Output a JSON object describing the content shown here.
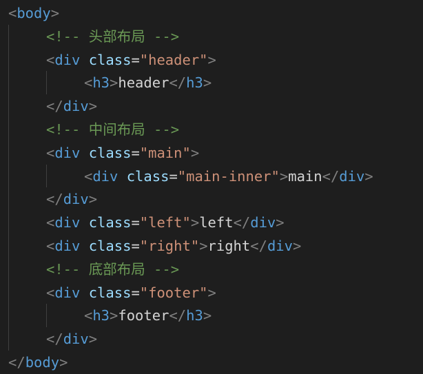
{
  "theme": {
    "background": "#1e1e1e",
    "punctuation": "#808080",
    "tag": "#569cd6",
    "attribute": "#9cdcfe",
    "string": "#ce9178",
    "comment": "#6a9955",
    "text": "#d4d4d4"
  },
  "lines": [
    {
      "indent": 0,
      "tokens": [
        [
          "punct",
          "<"
        ],
        [
          "tag",
          "body"
        ],
        [
          "punct",
          ">"
        ]
      ]
    },
    {
      "indent": 1,
      "tokens": [
        [
          "comment",
          "<!-- 头部布局 -->"
        ]
      ]
    },
    {
      "indent": 1,
      "tokens": [
        [
          "punct",
          "<"
        ],
        [
          "tag",
          "div"
        ],
        [
          "text",
          " "
        ],
        [
          "attr",
          "class"
        ],
        [
          "eq",
          "="
        ],
        [
          "string",
          "\"header\""
        ],
        [
          "punct",
          ">"
        ]
      ]
    },
    {
      "indent": 2,
      "tokens": [
        [
          "punct",
          "<"
        ],
        [
          "tag",
          "h3"
        ],
        [
          "punct",
          ">"
        ],
        [
          "text",
          "header"
        ],
        [
          "punct",
          "</"
        ],
        [
          "tag",
          "h3"
        ],
        [
          "punct",
          ">"
        ]
      ]
    },
    {
      "indent": 1,
      "tokens": [
        [
          "punct",
          "</"
        ],
        [
          "tag",
          "div"
        ],
        [
          "punct",
          ">"
        ]
      ]
    },
    {
      "indent": 1,
      "tokens": [
        [
          "comment",
          "<!-- 中间布局 -->"
        ]
      ]
    },
    {
      "indent": 1,
      "tokens": [
        [
          "punct",
          "<"
        ],
        [
          "tag",
          "div"
        ],
        [
          "text",
          " "
        ],
        [
          "attr",
          "class"
        ],
        [
          "eq",
          "="
        ],
        [
          "string",
          "\"main\""
        ],
        [
          "punct",
          ">"
        ]
      ]
    },
    {
      "indent": 2,
      "tokens": [
        [
          "punct",
          "<"
        ],
        [
          "tag",
          "div"
        ],
        [
          "text",
          " "
        ],
        [
          "attr",
          "class"
        ],
        [
          "eq",
          "="
        ],
        [
          "string",
          "\"main-inner\""
        ],
        [
          "punct",
          ">"
        ],
        [
          "text",
          "main"
        ],
        [
          "punct",
          "</"
        ],
        [
          "tag",
          "div"
        ],
        [
          "punct",
          ">"
        ]
      ]
    },
    {
      "indent": 1,
      "tokens": [
        [
          "punct",
          "</"
        ],
        [
          "tag",
          "div"
        ],
        [
          "punct",
          ">"
        ]
      ]
    },
    {
      "indent": 1,
      "tokens": [
        [
          "punct",
          "<"
        ],
        [
          "tag",
          "div"
        ],
        [
          "text",
          " "
        ],
        [
          "attr",
          "class"
        ],
        [
          "eq",
          "="
        ],
        [
          "string",
          "\"left\""
        ],
        [
          "punct",
          ">"
        ],
        [
          "text",
          "left"
        ],
        [
          "punct",
          "</"
        ],
        [
          "tag",
          "div"
        ],
        [
          "punct",
          ">"
        ]
      ]
    },
    {
      "indent": 1,
      "tokens": [
        [
          "punct",
          "<"
        ],
        [
          "tag",
          "div"
        ],
        [
          "text",
          " "
        ],
        [
          "attr",
          "class"
        ],
        [
          "eq",
          "="
        ],
        [
          "string",
          "\"right\""
        ],
        [
          "punct",
          ">"
        ],
        [
          "text",
          "right"
        ],
        [
          "punct",
          "</"
        ],
        [
          "tag",
          "div"
        ],
        [
          "punct",
          ">"
        ]
      ]
    },
    {
      "indent": 1,
      "tokens": [
        [
          "comment",
          "<!-- 底部布局 -->"
        ]
      ]
    },
    {
      "indent": 1,
      "tokens": [
        [
          "punct",
          "<"
        ],
        [
          "tag",
          "div"
        ],
        [
          "text",
          " "
        ],
        [
          "attr",
          "class"
        ],
        [
          "eq",
          "="
        ],
        [
          "string",
          "\"footer\""
        ],
        [
          "punct",
          ">"
        ]
      ]
    },
    {
      "indent": 2,
      "tokens": [
        [
          "punct",
          "<"
        ],
        [
          "tag",
          "h3"
        ],
        [
          "punct",
          ">"
        ],
        [
          "text",
          "footer"
        ],
        [
          "punct",
          "</"
        ],
        [
          "tag",
          "h3"
        ],
        [
          "punct",
          ">"
        ]
      ]
    },
    {
      "indent": 1,
      "tokens": [
        [
          "punct",
          "</"
        ],
        [
          "tag",
          "div"
        ],
        [
          "punct",
          ">"
        ]
      ]
    },
    {
      "indent": 0,
      "tokens": [
        [
          "punct",
          "</"
        ],
        [
          "tag",
          "body"
        ],
        [
          "punct",
          ">"
        ]
      ]
    }
  ]
}
